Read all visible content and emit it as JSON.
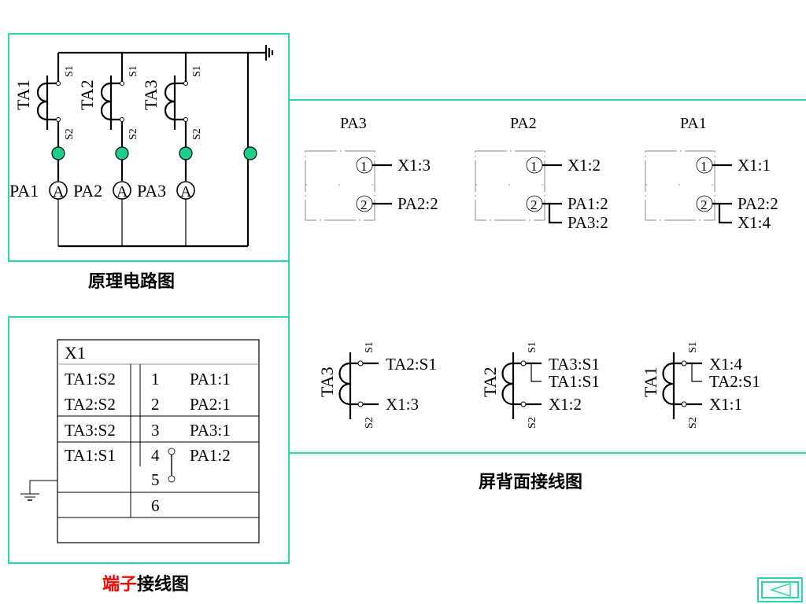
{
  "captions": {
    "principle": "原理电路图",
    "rear_panel": "屏背面接线图",
    "terminal_red": "端子",
    "terminal_black": "接线图"
  },
  "colors": {
    "frame": "#2ad7a8",
    "node": "#1ecf8c",
    "caption_red": "#ff0000"
  },
  "principle": {
    "cts": [
      {
        "name": "TA1",
        "s1": "S1",
        "s2": "S2"
      },
      {
        "name": "TA2",
        "s1": "S1",
        "s2": "S2"
      },
      {
        "name": "TA3",
        "s1": "S1",
        "s2": "S2"
      }
    ],
    "meters": [
      {
        "name": "PA1",
        "symbol": "A"
      },
      {
        "name": "PA2",
        "symbol": "A"
      },
      {
        "name": "PA3",
        "symbol": "A"
      }
    ]
  },
  "rear_meters": [
    {
      "name": "PA3",
      "t1": "①",
      "t2": "②",
      "t1_to": [
        "X1:3"
      ],
      "t2_to": [
        "PA2:2"
      ]
    },
    {
      "name": "PA2",
      "t1": "①",
      "t2": "②",
      "t1_to": [
        "X1:2"
      ],
      "t2_to": [
        "PA1:2",
        "PA3:2"
      ]
    },
    {
      "name": "PA1",
      "t1": "①",
      "t2": "②",
      "t1_to": [
        "X1:1"
      ],
      "t2_to": [
        "PA2:2",
        "X1:4"
      ]
    }
  ],
  "rear_cts": [
    {
      "name": "TA3",
      "s1": "S1",
      "s2": "S2",
      "s1_to": [
        "TA2:S1"
      ],
      "s2_to": [
        "X1:3"
      ]
    },
    {
      "name": "TA2",
      "s1": "S1",
      "s2": "S2",
      "s1_to": [
        "TA3:S1",
        "TA1:S1"
      ],
      "s2_to": [
        "X1:2"
      ]
    },
    {
      "name": "TA1",
      "s1": "S1",
      "s2": "S2",
      "s1_to": [
        "X1:4",
        "TA2:S1"
      ],
      "s2_to": [
        "X1:1"
      ]
    }
  ],
  "terminal_block": {
    "title": "X1",
    "rows": [
      {
        "left": "TA1:S2",
        "num": "1",
        "right": "PA1:1"
      },
      {
        "left": "TA2:S2",
        "num": "2",
        "right": "PA2:1"
      },
      {
        "left": "TA3:S2",
        "num": "3",
        "right": "PA3:1"
      },
      {
        "left": "TA1:S1",
        "num": "4",
        "right": "PA1:2"
      },
      {
        "left": "",
        "num": "5",
        "right": ""
      },
      {
        "left": "",
        "num": "6",
        "right": ""
      }
    ]
  },
  "nav": {
    "back_icon": "◁"
  }
}
